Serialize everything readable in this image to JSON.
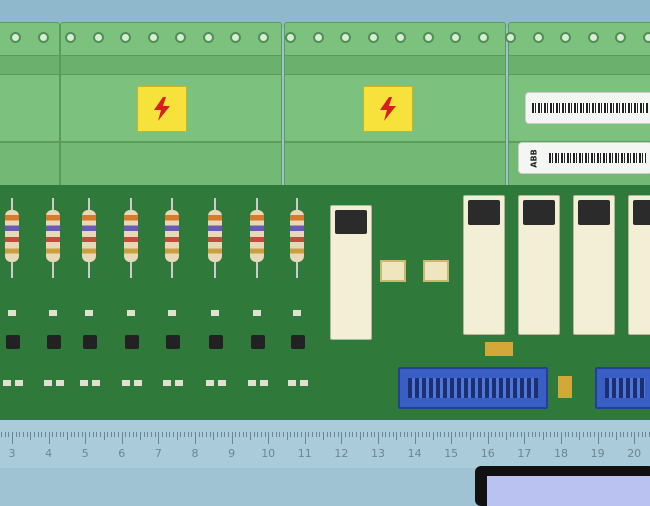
{
  "labels": {
    "brand": "ABB"
  },
  "ruler": {
    "numbers": [
      "3",
      "4",
      "5",
      "6",
      "7",
      "8",
      "9",
      "10",
      "11",
      "12",
      "13",
      "14",
      "15",
      "16",
      "17",
      "18",
      "19",
      "20"
    ]
  },
  "colors": {
    "pcb": "#2f7a3a",
    "terminal": "#7cc27e",
    "connector": "#3a5fc4",
    "warning": "#f6e23a"
  }
}
